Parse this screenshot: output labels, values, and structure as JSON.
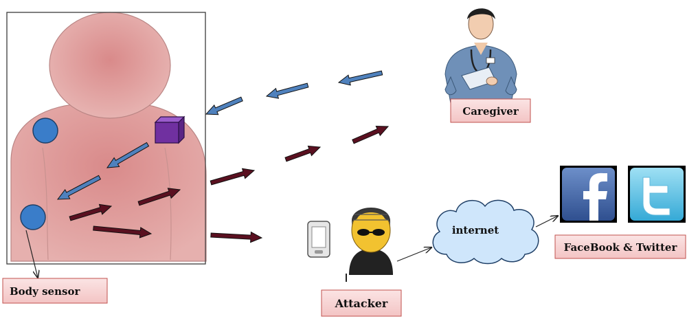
{
  "labels": {
    "caregiver": "Caregiver",
    "body_sensor": "Body sensor",
    "attacker": "Attacker",
    "internet": "internet",
    "social": "FaceBook & Twitter"
  },
  "icons": {
    "facebook": "facebook-icon",
    "twitter": "twitter-icon",
    "phone": "phone-icon",
    "hub": "sensor-hub-cube-icon"
  },
  "colors": {
    "blue_arrow": "#4f81bd",
    "dark_arrow": "#5a1020",
    "body_fill": "#d99594",
    "sensor": "#3a7dc9",
    "hub": "#7030a0",
    "label_bg": "#f8d7d7",
    "label_border": "#c0504d",
    "cloud": "#cfe6fb"
  }
}
